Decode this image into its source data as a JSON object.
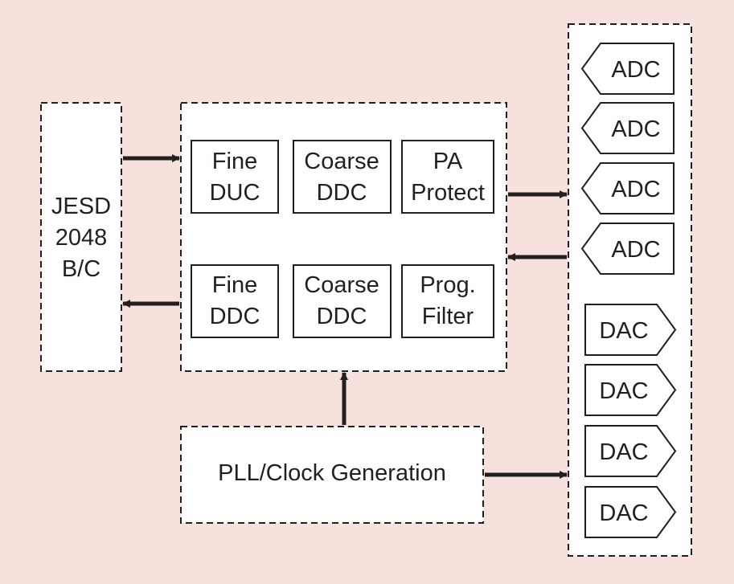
{
  "diagram": {
    "colors": {
      "background": "#f6e1dd",
      "box_fill": "#ffffff",
      "stroke": "#231f20"
    },
    "jesd_block": {
      "lines": [
        "JESD",
        "2048",
        "B/C"
      ]
    },
    "dsp_block": {
      "top_row": [
        {
          "lines": [
            "Fine",
            "DUC"
          ]
        },
        {
          "lines": [
            "Coarse",
            "DDC"
          ]
        },
        {
          "lines": [
            "PA",
            "Protect"
          ]
        }
      ],
      "bottom_row": [
        {
          "lines": [
            "Fine",
            "DDC"
          ]
        },
        {
          "lines": [
            "Coarse",
            "DDC"
          ]
        },
        {
          "lines": [
            "Prog.",
            "Filter"
          ]
        }
      ]
    },
    "pll_block": {
      "label": "PLL/Clock Generation"
    },
    "converters": {
      "adc": [
        "ADC",
        "ADC",
        "ADC",
        "ADC"
      ],
      "dac": [
        "DAC",
        "DAC",
        "DAC",
        "DAC"
      ]
    }
  }
}
